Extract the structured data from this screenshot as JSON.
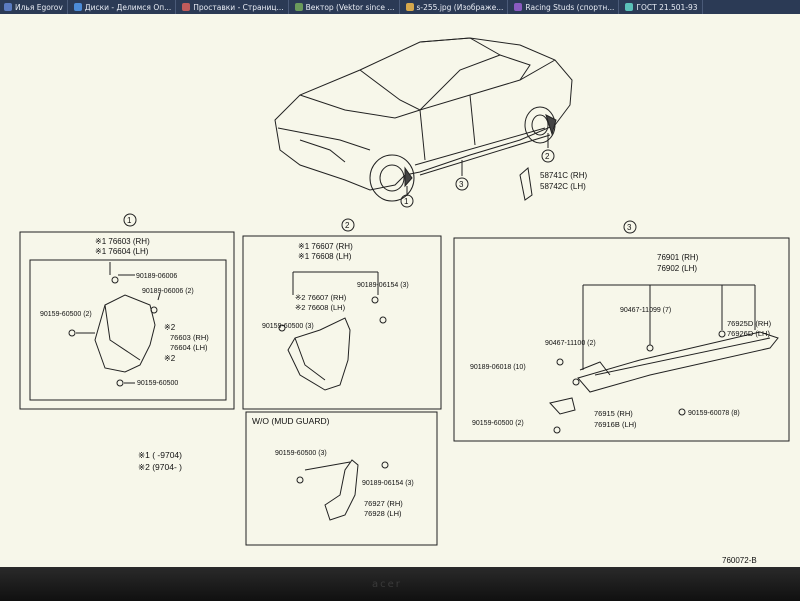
{
  "taskbar": {
    "tabs": [
      {
        "label": "Илья Egorov",
        "icon_color": "#5b7bc0"
      },
      {
        "label": "Диски - Делимся Оп...",
        "icon_color": "#4c8bd6"
      },
      {
        "label": "Проставки - Страниц...",
        "icon_color": "#c05b5b"
      },
      {
        "label": "Вектор (Vektor since ...",
        "icon_color": "#6a9a5b"
      },
      {
        "label": "s-255.jpg (Изображе...",
        "icon_color": "#d6a84c"
      },
      {
        "label": "Racing Studs (спортн...",
        "icon_color": "#8a5bc0"
      },
      {
        "label": "ГОСТ 21.501-93",
        "icon_color": "#5bc0b8"
      }
    ]
  },
  "car": {
    "callout1": "1",
    "callout2": "2",
    "callout3": "3",
    "part_rh": "58741C (RH)",
    "part_lh": "58742C (LH)"
  },
  "panel1": {
    "number": "1",
    "top_rh": "※1 76603 (RH)",
    "top_lh": "※1 76604 (LH)",
    "bolt_a": "90189-06006",
    "bolt_b": "90189-06006 (2)",
    "screw_left": "90159-60500 (2)",
    "mark2a": "※2",
    "mid_rh": "76603 (RH)",
    "mid_lh": "76604 (LH)",
    "mark2b": "※2",
    "bottom_bolt": "90159-60500"
  },
  "panel2": {
    "number": "2",
    "top_rh": "※1 76607 (RH)",
    "top_lh": "※1 76608 (LH)",
    "bolt_right": "90189-06154 (3)",
    "mid_rh": "※2 76607 (RH)",
    "mid_lh": "※2 76608 (LH)",
    "screw_left": "90159-60500 (3)"
  },
  "panel3": {
    "number": "3",
    "top_rh": "76901 (RH)",
    "top_lh": "76902 (LH)",
    "clip_top": "90467-11099 (7)",
    "part_d_rh": "76925D (RH)",
    "part_d_lh": "76926D (LH)",
    "clip_left": "90467-11100 (2)",
    "bolt_left": "90189-06018 (10)",
    "part_b_rh": "76915   (RH)",
    "part_b_lh": "76916B (LH)",
    "bolt_right": "90159-60078 (8)",
    "screw_bottom": "90159-60500 (2)"
  },
  "panel4": {
    "title": "W/O (MUD GUARD)",
    "screw": "90159-60500 (3)",
    "bolt": "90189-06154 (3)",
    "part_rh": "76927 (RH)",
    "part_lh": "76928 (LH)"
  },
  "legend": {
    "line1": "※1 (        -9704)",
    "line2": "※2 (9704-        )"
  },
  "footer_code": "760072-B",
  "bezel_brand": "acer"
}
